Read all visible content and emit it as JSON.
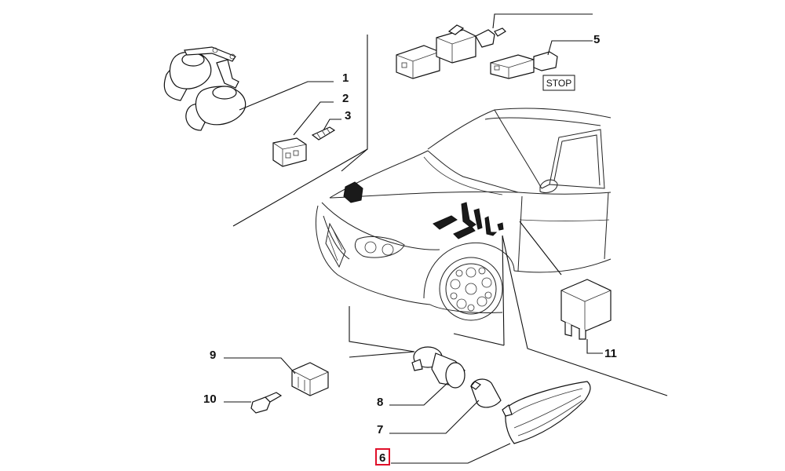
{
  "callouts": {
    "c1": "1",
    "c2": "2",
    "c3": "3",
    "c5": "5",
    "c6": "6",
    "c7": "7",
    "c8": "8",
    "c9": "9",
    "c10": "10",
    "c11": "11"
  },
  "stop_label": "STOP",
  "highlighted_callout": "6",
  "highlight_color": "#e0102a"
}
